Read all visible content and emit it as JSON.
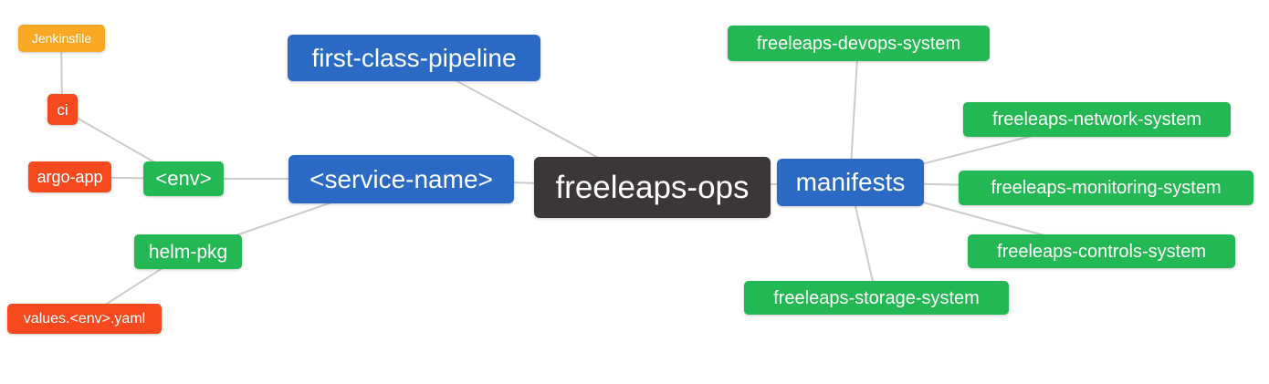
{
  "diagram": {
    "type": "mindmap",
    "root_label": "freeleaps-ops",
    "colors": {
      "root": "#3b3738",
      "branch_blue": "#2a6ac5",
      "leaf_green": "#23b853",
      "leaf_red": "#f6491d",
      "leaf_orange": "#f8a723",
      "text": "#ffffff",
      "edge": "#cbcbcb",
      "background": "#ffffff"
    },
    "nodes": {
      "freeleaps_ops": {
        "label": "freeleaps-ops"
      },
      "first_class_pipeline": {
        "label": "first-class-pipeline"
      },
      "service_name": {
        "label": "<service-name>"
      },
      "manifests": {
        "label": "manifests"
      },
      "env": {
        "label": "<env>"
      },
      "helm_pkg": {
        "label": "helm-pkg"
      },
      "ci": {
        "label": "ci"
      },
      "argo_app": {
        "label": "argo-app"
      },
      "jenkinsfile": {
        "label": "Jenkinsfile"
      },
      "values_env_yaml": {
        "label": "values.<env>.yaml"
      },
      "devops_system": {
        "label": "freeleaps-devops-system"
      },
      "network_system": {
        "label": "freeleaps-network-system"
      },
      "monitoring_system": {
        "label": "freeleaps-monitoring-system"
      },
      "controls_system": {
        "label": "freeleaps-controls-system"
      },
      "storage_system": {
        "label": "freeleaps-storage-system"
      }
    },
    "edges": [
      [
        "jenkinsfile",
        "ci"
      ],
      [
        "ci",
        "env"
      ],
      [
        "argo_app",
        "env"
      ],
      [
        "env",
        "service_name"
      ],
      [
        "helm_pkg",
        "service_name"
      ],
      [
        "values_env_yaml",
        "helm_pkg"
      ],
      [
        "first_class_pipeline",
        "freeleaps_ops"
      ],
      [
        "service_name",
        "freeleaps_ops"
      ],
      [
        "freeleaps_ops",
        "manifests"
      ],
      [
        "manifests",
        "devops_system"
      ],
      [
        "manifests",
        "network_system"
      ],
      [
        "manifests",
        "monitoring_system"
      ],
      [
        "manifests",
        "controls_system"
      ],
      [
        "manifests",
        "storage_system"
      ]
    ]
  }
}
